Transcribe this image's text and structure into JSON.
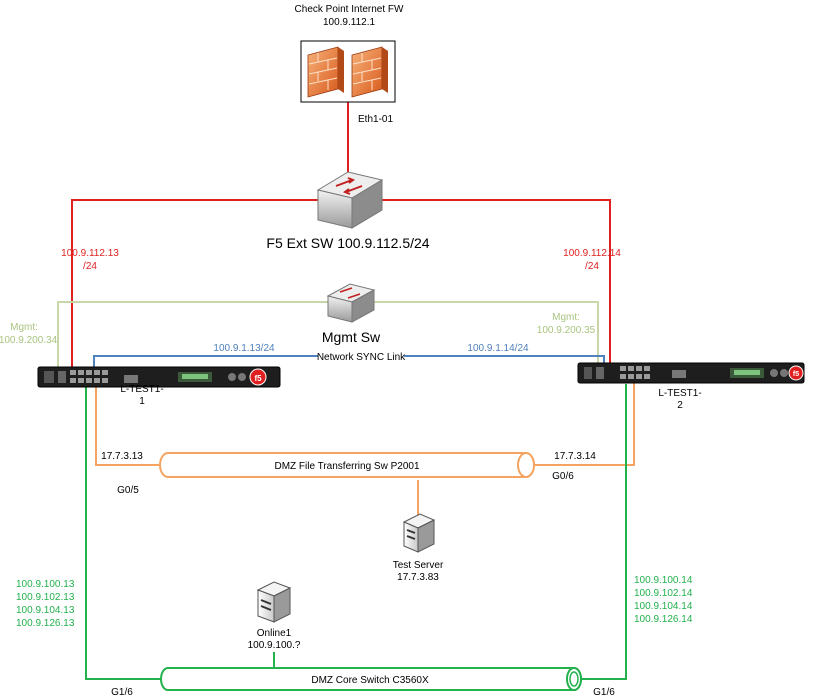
{
  "firewall": {
    "title": "Check Point Internet FW",
    "ip": "100.9.112.1",
    "port": "Eth1-01"
  },
  "ext_switch": {
    "label": "F5 Ext  SW 100.9.112.5/24"
  },
  "mgmt_switch": {
    "label": "Mgmt Sw"
  },
  "f5_left": {
    "name_line1": "L-TEST1-",
    "name_line2": "1",
    "ext_ip_line1": "100.9.112.13",
    "ext_ip_line2": "/24",
    "mgmt_line1": "Mgmt:",
    "mgmt_line2": "100.9.200.34",
    "sync_ip": "100.9.1.13/24",
    "dmz_ip": "17.7.3.13",
    "dmz_port": "G0/5",
    "core_ips": [
      "100.9.100.13",
      "100.9.102.13",
      "100.9.104.13",
      "100.9.126.13"
    ],
    "core_port": "G1/6"
  },
  "f5_right": {
    "name_line1": "L-TEST1-",
    "name_line2": "2",
    "ext_ip_line1": "100.9.112.14",
    "ext_ip_line2": "/24",
    "mgmt_line1": "Mgmt:",
    "mgmt_line2": "100.9.200.35",
    "sync_ip": "100.9.1.14/24",
    "dmz_ip": "17.7.3.14",
    "dmz_port": "G0/6",
    "core_ips": [
      "100.9.100.14",
      "100.9.102.14",
      "100.9.104.14",
      "100.9.126.14"
    ],
    "core_port": "G1/6"
  },
  "sync_link": {
    "label": "Network SYNC Link"
  },
  "dmz_switch": {
    "label": "DMZ File Transferring Sw P2001"
  },
  "test_server": {
    "name": "Test Server",
    "ip": "17.7.3.83"
  },
  "online1": {
    "name": "Online1",
    "ip": "100.9.100.?"
  },
  "core_switch": {
    "label": "DMZ Core Switch C3560X"
  },
  "colors": {
    "external": "#e0201f",
    "management": "#a9c47f",
    "sync": "#4f81bd",
    "dmz": "#f4a460",
    "core": "#22b14c",
    "ip_green": "#22b14c"
  }
}
